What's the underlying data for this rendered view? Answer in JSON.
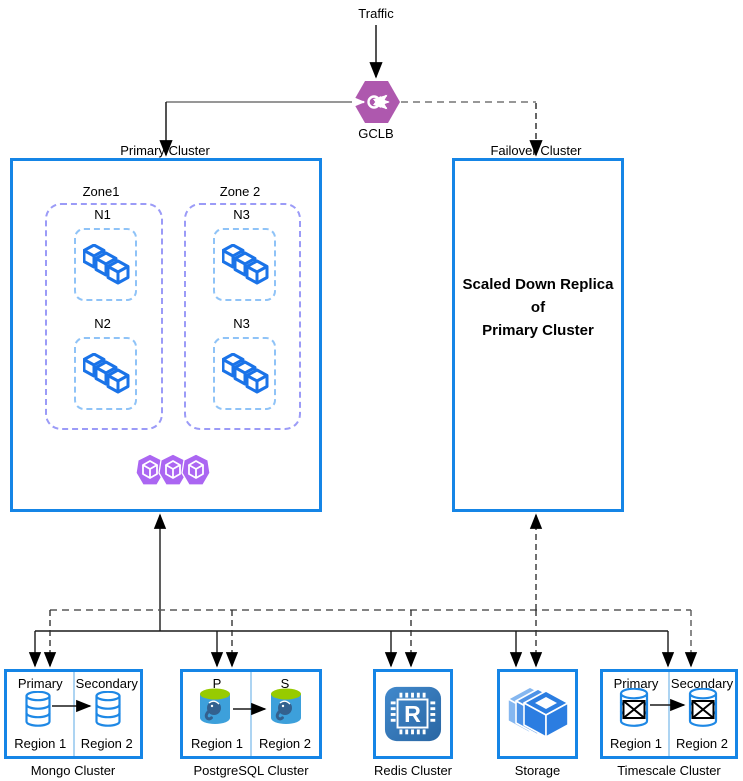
{
  "flow": {
    "traffic_label": "Traffic",
    "lb_label": "GCLB"
  },
  "primary_cluster": {
    "label": "Primary Cluster",
    "zones": [
      {
        "label": "Zone1",
        "nodes": [
          "N1",
          "N2"
        ]
      },
      {
        "label": "Zone 2",
        "nodes": [
          "N3",
          "N3"
        ]
      }
    ]
  },
  "failover_cluster": {
    "label": "Failover Cluster",
    "body_lines": [
      "Scaled Down Replica",
      "of",
      "Primary Cluster"
    ]
  },
  "databases": {
    "mongo": {
      "label": "Mongo Cluster",
      "left_role": "Primary",
      "right_role": "Secondary",
      "left_region": "Region 1",
      "right_region": "Region 2"
    },
    "postgres": {
      "label": "PostgreSQL Cluster",
      "left_role": "P",
      "right_role": "S",
      "left_region": "Region 1",
      "right_region": "Region 2"
    },
    "redis": {
      "label": "Redis Cluster",
      "icon_letter": "R"
    },
    "storage": {
      "label": "Storage"
    },
    "timescale": {
      "label": "Timescale Cluster",
      "left_role": "Primary",
      "right_role": "Secondary",
      "left_region": "Region 1",
      "right_region": "Region 2"
    }
  },
  "icons": {
    "lb": "load-balancer-icon",
    "workload": "cubes-icon",
    "pods": "pods-icon",
    "mongo": "database-cylinder-icon",
    "postgres": "postgresql-icon",
    "redis": "memorystore-chip-icon",
    "storage": "storage-box-icon",
    "timescale": "crossed-database-icon"
  },
  "colors": {
    "cluster_border": "#1585e6",
    "zone_dash": "#9b9bf7",
    "node_dash": "#8fc3f7",
    "gclb_purple": "#ae58ae",
    "pods_purple": "#ab66f2",
    "cube_blue": "#1a73e8",
    "db_cylinder_blue": "#1e88e5",
    "redis_blue": "#2e75b6",
    "storage_blue": "#2b7de1",
    "postgres_green": "#97cb00",
    "postgres_body": "#3da0db",
    "postgres_elephant": "#33618f",
    "line_solid": "#1a1a1a",
    "line_gray": "#757575"
  }
}
